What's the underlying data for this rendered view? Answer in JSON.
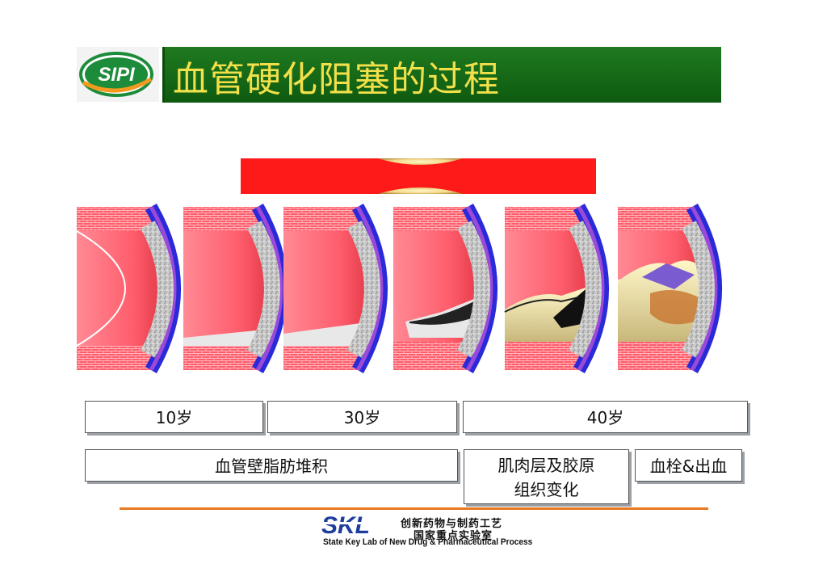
{
  "header": {
    "logo_text": "SIPI",
    "title": "血管硬化阻塞的过程"
  },
  "ages": [
    "10岁",
    "30岁",
    "40岁"
  ],
  "stages": {
    "fat": "血管壁脂肪堆积",
    "muscle_line1": "肌肉层及胶原",
    "muscle_line2": "组织变化",
    "clot": "血栓&出血"
  },
  "footer": {
    "logo_text": "SKL",
    "cn_line1": "创新药物与制药工艺",
    "cn_line2": "国家重点实验室",
    "en": "State Key Lab of New Drug & Pharmaceutical Process"
  },
  "colors": {
    "title_bg": "#15691a",
    "title_text": "#f2e04a",
    "banner_red": "#ff1a1a",
    "lumen_pink": "#ff6b78",
    "wall_blue": "#2a2ad8",
    "wall_purple": "#9b49d8",
    "divider": "#e8781e"
  }
}
